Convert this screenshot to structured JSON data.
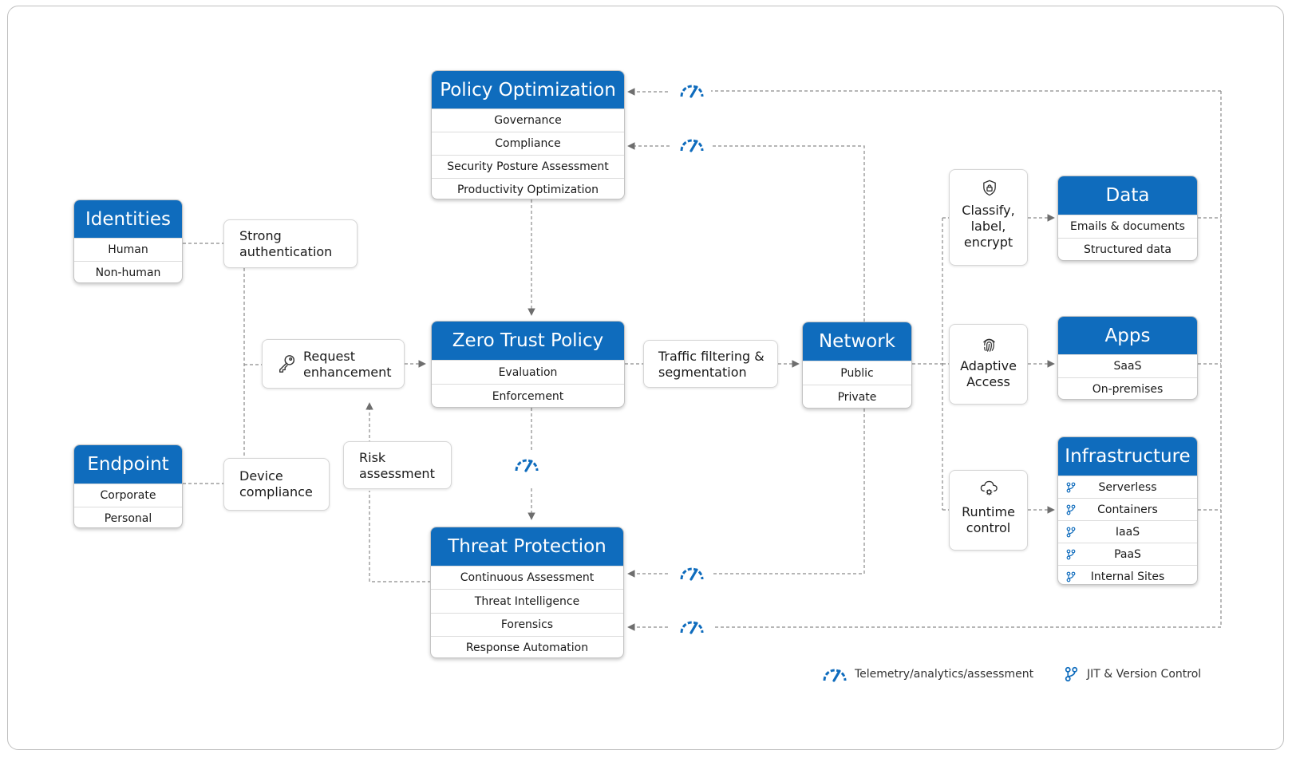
{
  "colors": {
    "accent": "#0f6cbd",
    "connector": "#8a8a8a"
  },
  "policy_optimization": {
    "title": "Policy Optimization",
    "items": [
      "Governance",
      "Compliance",
      "Security Posture Assessment",
      "Productivity Optimization"
    ]
  },
  "zero_trust_policy": {
    "title": "Zero Trust Policy",
    "items": [
      "Evaluation",
      "Enforcement"
    ]
  },
  "threat_protection": {
    "title": "Threat Protection",
    "items": [
      "Continuous Assessment",
      "Threat Intelligence",
      "Forensics",
      "Response Automation"
    ]
  },
  "identities": {
    "title": "Identities",
    "items": [
      "Human",
      "Non-human"
    ]
  },
  "endpoint": {
    "title": "Endpoint",
    "items": [
      "Corporate",
      "Personal"
    ]
  },
  "network": {
    "title": "Network",
    "items": [
      "Public",
      "Private"
    ]
  },
  "data": {
    "title": "Data",
    "items": [
      "Emails & documents",
      "Structured data"
    ]
  },
  "apps": {
    "title": "Apps",
    "items": [
      "SaaS",
      "On-premises"
    ]
  },
  "infrastructure": {
    "title": "Infrastructure",
    "items": [
      "Serverless",
      "Containers",
      "IaaS",
      "PaaS",
      "Internal Sites"
    ]
  },
  "notes": {
    "strong_auth": [
      "Strong",
      "authentication"
    ],
    "device_compliance": [
      "Device",
      "compliance"
    ],
    "request_enhancement": [
      "Request",
      "enhancement"
    ],
    "risk_assessment": [
      "Risk",
      "assessment"
    ],
    "traffic_filtering": [
      "Traffic filtering &",
      "segmentation"
    ],
    "classify": [
      "Classify,",
      "label,",
      "encrypt"
    ],
    "adaptive_access": [
      "Adaptive",
      "Access"
    ],
    "runtime_control": [
      "Runtime",
      "control"
    ]
  },
  "icons": {
    "telemetry": "gauge-icon",
    "version_control": "branch-icon",
    "key": "key-icon",
    "shield": "shield-lock-icon",
    "fingerprint": "fingerprint-icon",
    "cloud": "cloud-gear-icon"
  },
  "legend": {
    "telemetry": "Telemetry/analytics/assessment",
    "jit": "JIT & Version Control"
  }
}
